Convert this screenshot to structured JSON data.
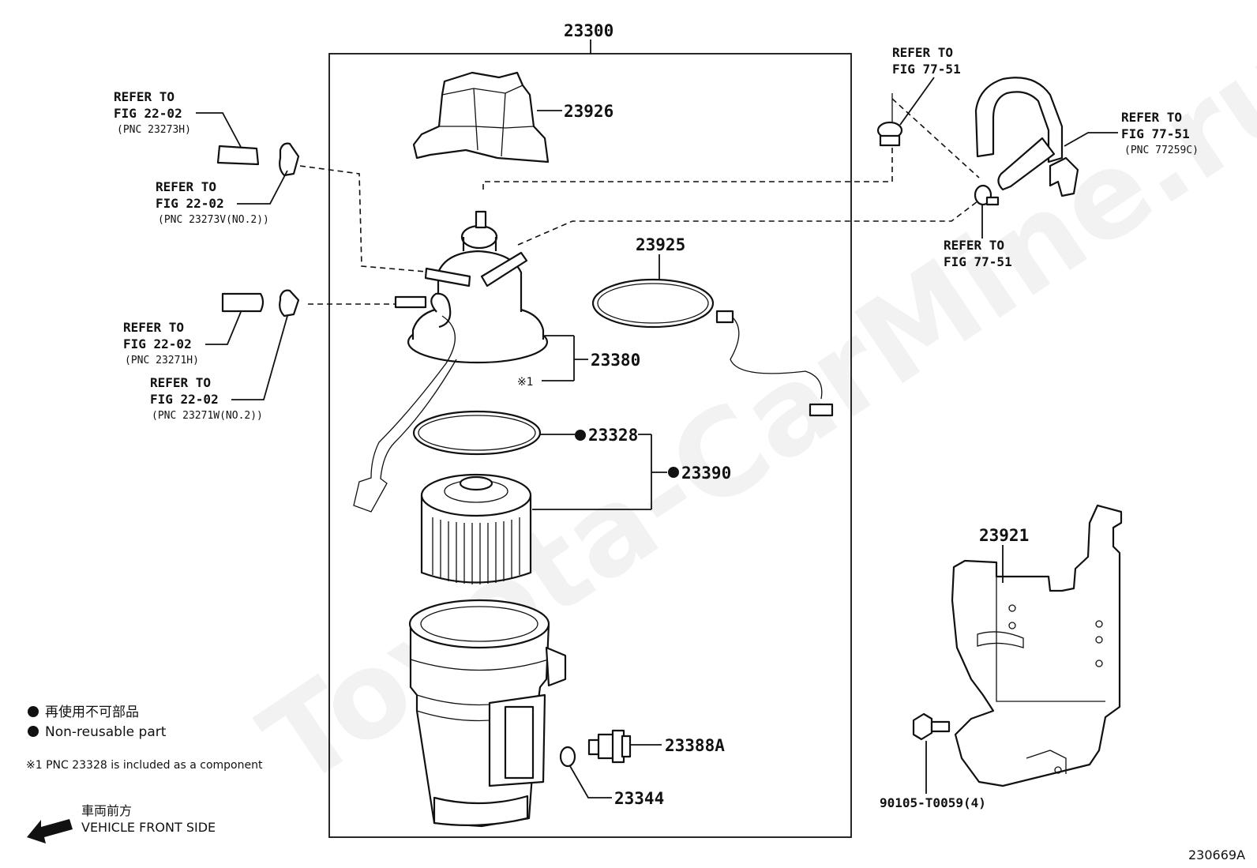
{
  "main_assembly": "23300",
  "parts": {
    "p23926": "23926",
    "p23925": "23925",
    "p23380": "23380",
    "p23328": "23328",
    "p23390": "23390",
    "p23388a": "23388A",
    "p23344": "23344",
    "p23921": "23921",
    "p90105": "90105-T0059(4)"
  },
  "component_mark": "※1",
  "references": {
    "r1": {
      "l1": "REFER TO",
      "l2": "FIG 22-02",
      "pnc": "(PNC 23273H)"
    },
    "r2": {
      "l1": "REFER TO",
      "l2": "FIG 22-02",
      "pnc": "(PNC 23273V(NO.2))"
    },
    "r3": {
      "l1": "REFER TO",
      "l2": "FIG 22-02",
      "pnc": "(PNC 23271H)"
    },
    "r4": {
      "l1": "REFER TO",
      "l2": "FIG 22-02",
      "pnc": "(PNC 23271W(NO.2))"
    },
    "r5": {
      "l1": "REFER TO",
      "l2": "FIG 77-51"
    },
    "r6": {
      "l1": "REFER TO",
      "l2": "FIG 77-51",
      "pnc": "(PNC 77259C)"
    },
    "r7": {
      "l1": "REFER TO",
      "l2": "FIG 77-51"
    }
  },
  "legend": {
    "jp": "再使用不可部品",
    "en": "Non-reusable part",
    "note": "※1  PNC 23328 is included as a component"
  },
  "direction": {
    "jp": "車両前方",
    "en": "VEHICLE FRONT SIDE"
  },
  "figure_id": "230669A",
  "watermark": "Toyota-CarMine.ru"
}
